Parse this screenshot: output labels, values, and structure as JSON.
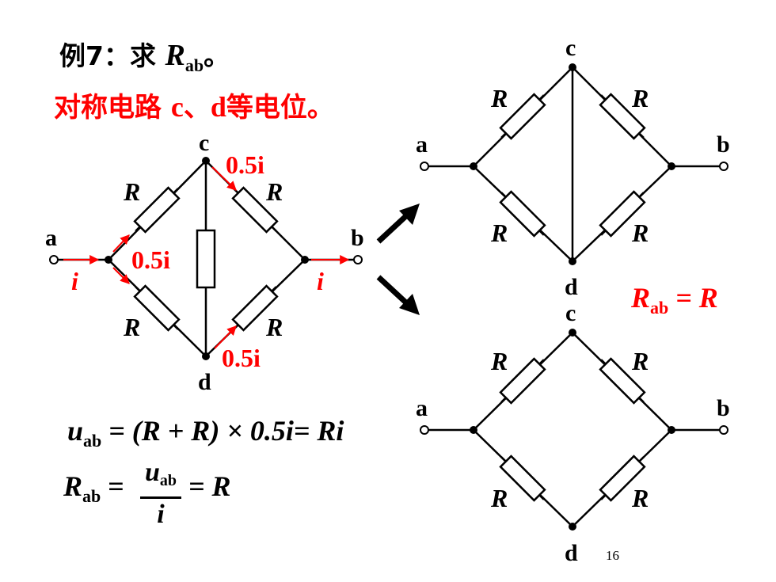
{
  "slide": {
    "title_prefix": "例7：求 ",
    "title_var": "R",
    "title_sub": "ab",
    "title_suffix": "。",
    "subtitle_a": "对称电路 ",
    "subtitle_b": "c",
    "subtitle_c": "、",
    "subtitle_d": "d",
    "subtitle_e": "等电位。",
    "page_number": "16"
  },
  "left_circuit": {
    "node_a": "a",
    "node_b": "b",
    "node_c": "c",
    "node_d": "d",
    "resistor": "R",
    "current": "i",
    "half_current": "0.5i"
  },
  "equations": {
    "uab_lhs": "u",
    "uab_sub": "ab",
    "uab_rhs": " = (R + R) × 0.5i= Ri",
    "rab_lhs": "R",
    "rab_sub": "ab",
    "rab_eq": " =",
    "frac_num": "u",
    "frac_num_sub": "ab",
    "frac_den": "i",
    "rab_rhs": "= R"
  },
  "right_top_circuit": {
    "node_a": "a",
    "node_b": "b",
    "node_c": "c",
    "node_d": "d",
    "resistor": "R"
  },
  "right_bottom_circuit": {
    "node_a": "a",
    "node_b": "b",
    "node_c": "c",
    "node_d": "d",
    "resistor": "R"
  },
  "result": {
    "var": "R",
    "sub": "ab",
    "rhs": " = R"
  },
  "colors": {
    "highlight": "#ff0000",
    "text": "#000000"
  }
}
